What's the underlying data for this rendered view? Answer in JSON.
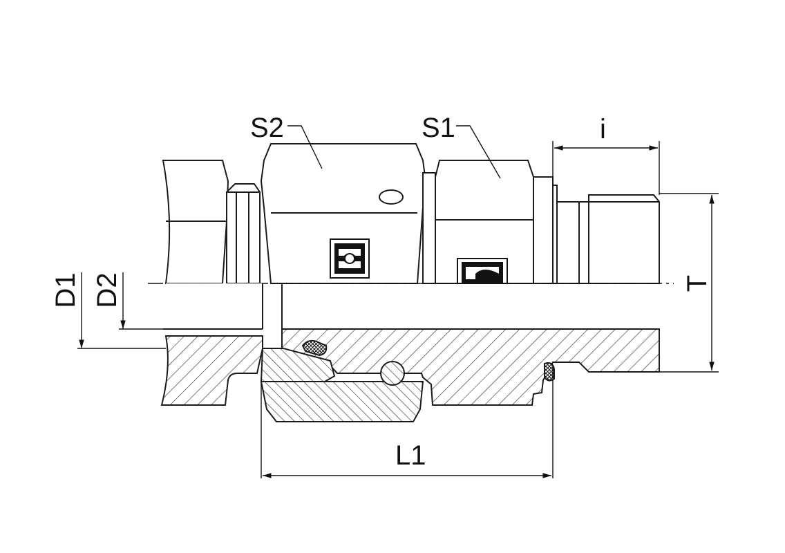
{
  "labels": {
    "s2": "S2",
    "s1": "S1",
    "i": "i",
    "t": "T",
    "d1": "D1",
    "d2": "D2",
    "l1": "L1"
  },
  "colors": {
    "outline": "#1a1a1a",
    "fill": "#ffffff",
    "hatch": "#333333",
    "seal": "#222222"
  },
  "icons": {
    "symbol_left": "swivel-nut-seal-symbol",
    "symbol_right": "port-seal-symbol"
  }
}
